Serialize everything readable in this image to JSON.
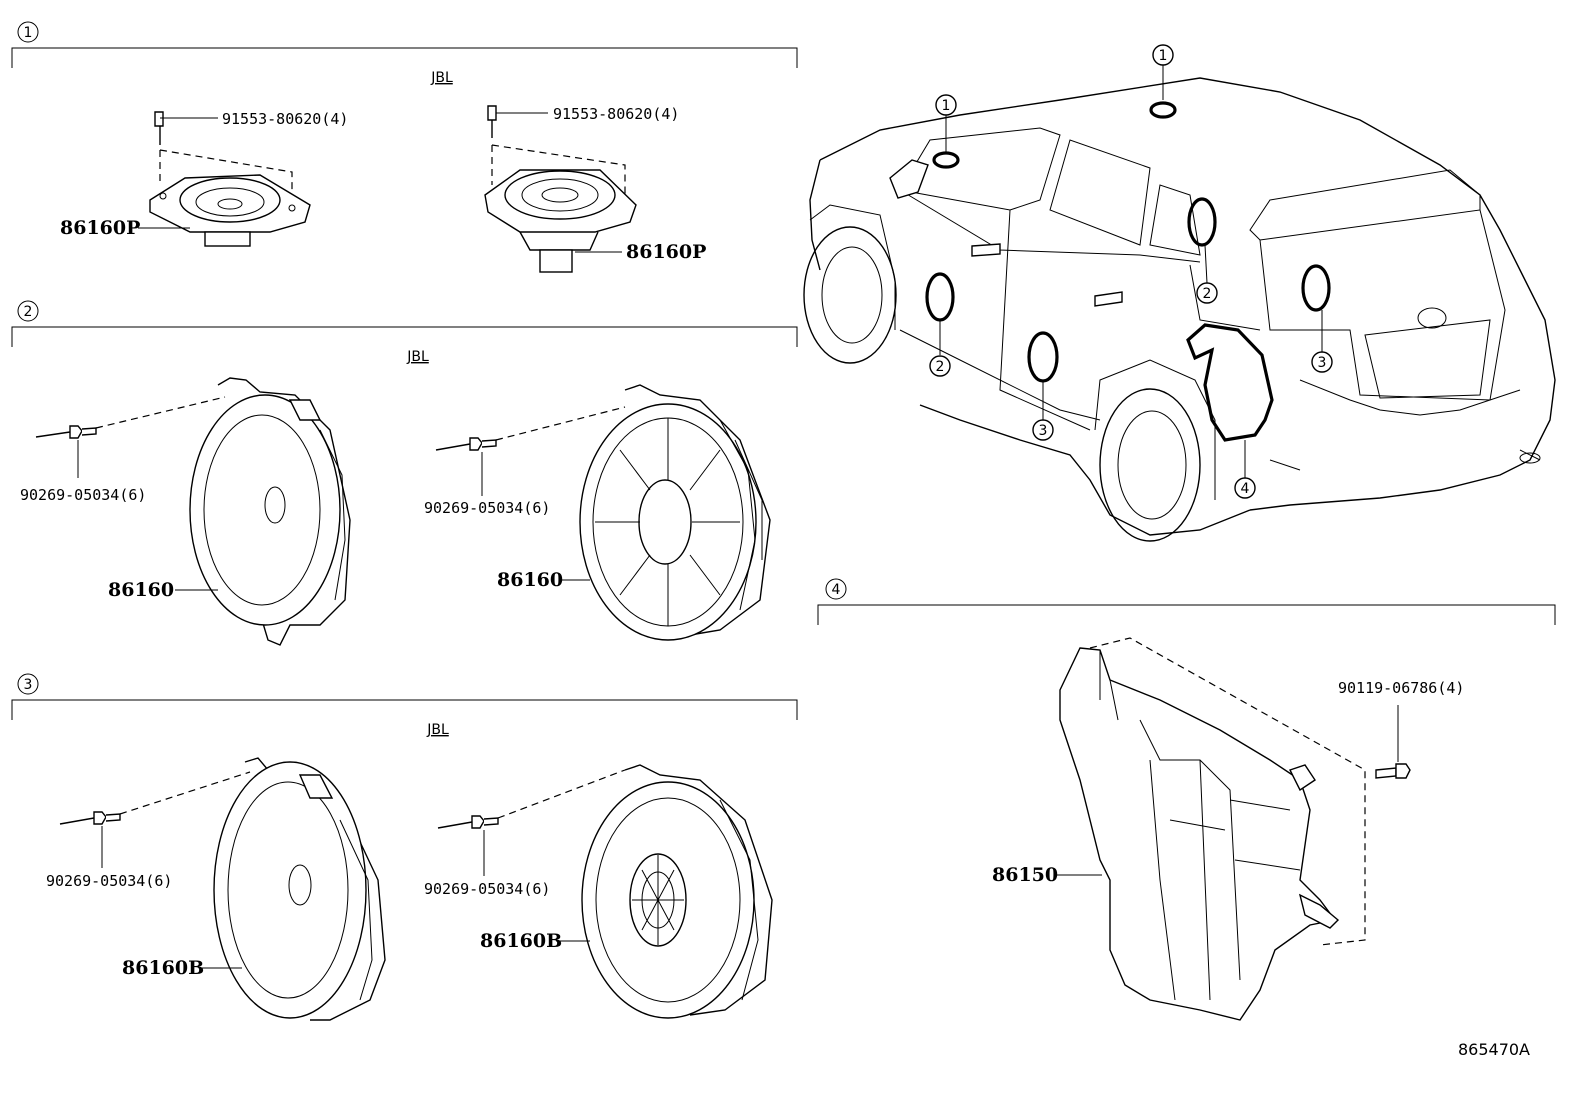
{
  "sections": [
    {
      "marker": "1",
      "brand": "JBL"
    },
    {
      "marker": "2",
      "brand": "JBL"
    },
    {
      "marker": "3",
      "brand": "JBL"
    },
    {
      "marker": "4"
    }
  ],
  "parts": {
    "s1_screw_left": "91553-80620(4)",
    "s1_screw_right": "91553-80620(4)",
    "s1_speaker_left": "86160P",
    "s1_speaker_right": "86160P",
    "s2_rivet_left": "90269-05034(6)",
    "s2_rivet_right": "90269-05034(6)",
    "s2_speaker_left": "86160",
    "s2_speaker_right": "86160",
    "s3_rivet_left": "90269-05034(6)",
    "s3_rivet_right": "90269-05034(6)",
    "s3_speaker_left": "86160B",
    "s3_speaker_right": "86160B",
    "s4_bolt": "90119-06786(4)",
    "s4_subwoofer": "86150"
  },
  "car_callouts": [
    "1",
    "1",
    "2",
    "2",
    "3",
    "3",
    "4"
  ],
  "diagram_code": "865470A"
}
